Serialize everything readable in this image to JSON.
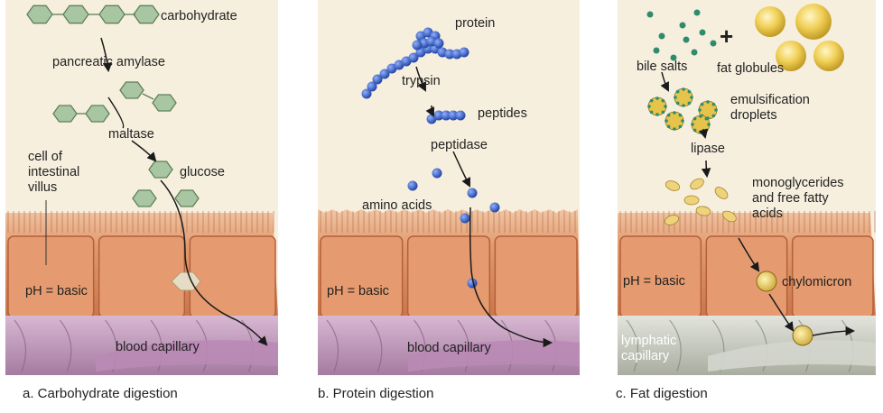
{
  "panels": [
    {
      "caption": "a. Carbohydrate digestion",
      "labels": {
        "carbohydrate": "carbohydrate",
        "enzyme1": "pancreatic amylase",
        "enzyme2": "maltase",
        "product": "glucose",
        "cell": "cell of intestinal villus",
        "ph": "pH = basic",
        "vessel": "blood capillary"
      }
    },
    {
      "caption": "b. Protein digestion",
      "labels": {
        "protein": "protein",
        "enzyme1": "trypsin",
        "intermediate": "peptides",
        "enzyme2": "peptidase",
        "product": "amino acids",
        "ph": "pH = basic",
        "vessel": "blood capillary"
      }
    },
    {
      "caption": "c. Fat digestion",
      "labels": {
        "plus": "+",
        "bile": "bile salts",
        "fat": "fat globules",
        "emulsification": "emulsification droplets",
        "enzyme": "lipase",
        "product": "monoglycerides and free fatty acids",
        "ph": "pH = basic",
        "chylo": "chylomicron",
        "vessel": "lymphatic capillary"
      }
    }
  ],
  "colors": {
    "background": "#f7efde",
    "tissue": "#d98a5c",
    "capillary": "#c9a6c6",
    "lymph": "#c9ccc4",
    "sugar": "#a9c6a2",
    "amino": "#2f58b8",
    "fat": "#e6c34a",
    "bile": "#2e8c6c"
  }
}
